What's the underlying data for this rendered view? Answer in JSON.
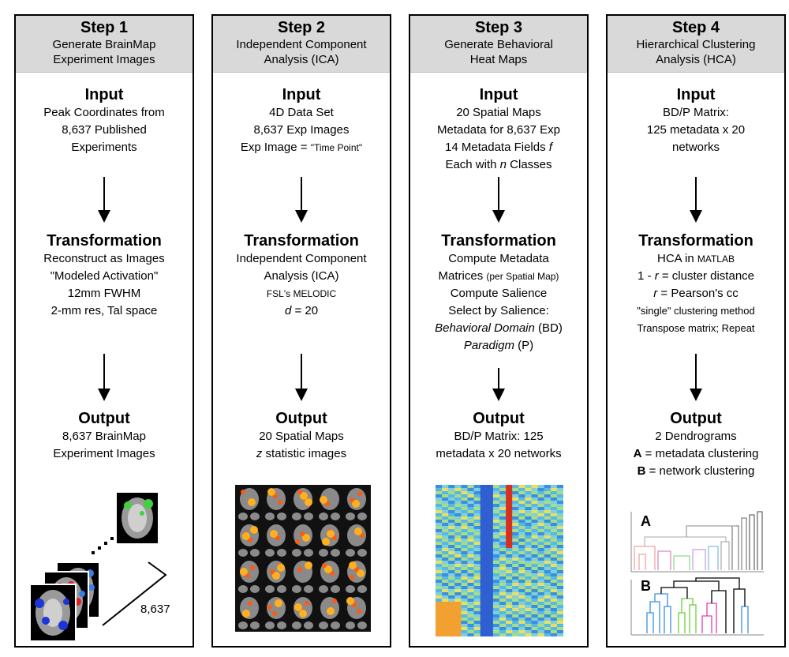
{
  "steps": [
    {
      "number": "Step 1",
      "name_lines": [
        "Generate BrainMap",
        "Experiment Images"
      ],
      "input_title": "Input",
      "input_lines": [
        "Peak Coordinates from",
        "8,637 Published",
        "Experiments"
      ],
      "transformation_title": "Transformation",
      "transformation_lines": [
        "Reconstruct as Images",
        "\"Modeled Activation\"",
        "12mm FWHM",
        "2-mm res, Tal space"
      ],
      "output_title": "Output",
      "output_lines": [
        "8,637 BrainMap",
        "Experiment Images"
      ],
      "image_label": "8,637"
    },
    {
      "number": "Step 2",
      "name_lines": [
        "Independent Component",
        "Analysis (ICA)"
      ],
      "input_title": "Input",
      "input_lines": [
        "4D Data Set",
        "8,637 Exp Images",
        "Exp Image = ",
        "\"Time Point\""
      ],
      "transformation_title": "Transformation",
      "transformation_lines": [
        "Independent Component",
        "Analysis (ICA)",
        "FSL's MELODIC",
        "d",
        " = 20"
      ],
      "output_title": "Output",
      "output_lines": [
        "20 Spatial Maps",
        "z",
        " statistic images"
      ]
    },
    {
      "number": "Step 3",
      "name_lines": [
        "Generate Behavioral",
        "Heat Maps"
      ],
      "input_title": "Input",
      "input_lines": [
        "20 Spatial Maps",
        "Metadata for 8,637 Exp",
        "14 Metadata Fields ",
        "f",
        "Each with ",
        "n",
        " Classes"
      ],
      "transformation_title": "Transformation",
      "transformation_lines": [
        "Compute Metadata",
        "Matrices ",
        "(per Spatial Map)",
        "Compute Salience",
        "Select by Salience:",
        "Behavioral Domain",
        " (BD)",
        "Paradigm",
        " (P)"
      ],
      "output_title": "Output",
      "output_lines": [
        "BD/P Matrix: 125",
        "metadata x 20 networks"
      ]
    },
    {
      "number": "Step 4",
      "name_lines": [
        "Hierarchical Clustering",
        "Analysis (HCA)"
      ],
      "input_title": "Input",
      "input_lines": [
        "BD/P Matrix:",
        "125 metadata x 20",
        "networks"
      ],
      "transformation_title": "Transformation",
      "transformation_lines": [
        "HCA in ",
        "MATLAB",
        "1 - ",
        "r",
        " = cluster distance",
        "r",
        " = Pearson's cc",
        "\"single\" clustering method",
        "Transpose matrix; Repeat"
      ],
      "output_title": "Output",
      "output_lines": [
        "2 Dendrograms",
        "A",
        " = metadata clustering",
        "B",
        " = network clustering"
      ],
      "dendro_labels": [
        "A",
        "B"
      ]
    }
  ]
}
